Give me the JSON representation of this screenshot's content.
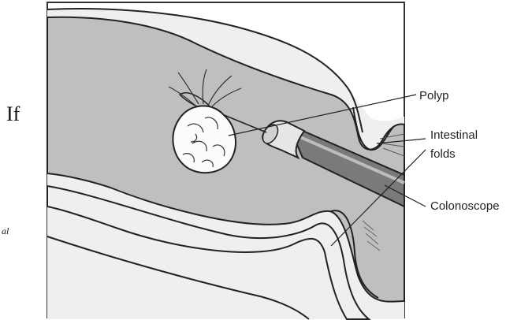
{
  "side_text": {
    "fragment_1": "If",
    "fragment_2": "al"
  },
  "labels": {
    "polyp": "Polyp",
    "intestinal": "Intestinal",
    "folds": "folds",
    "colonoscope": "Colonoscope"
  }
}
